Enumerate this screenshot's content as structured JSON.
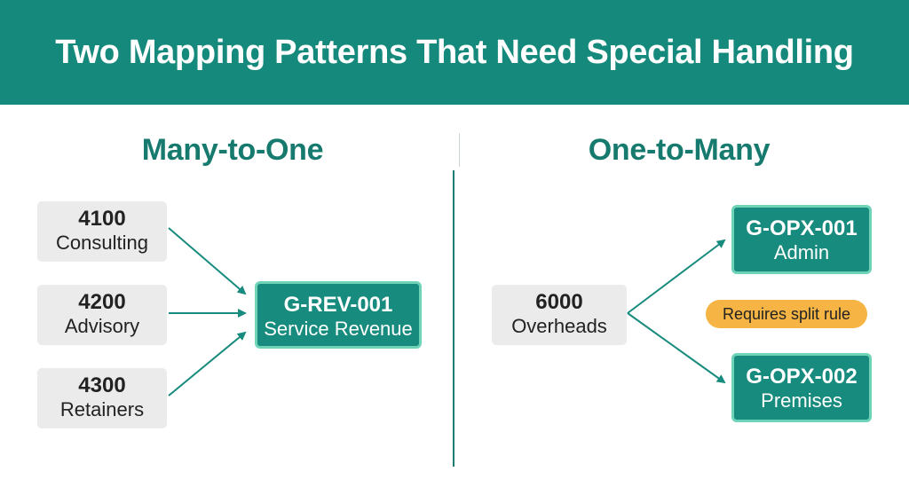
{
  "title": "Two Mapping Patterns That Need Special Handling",
  "many_to_one": {
    "heading": "Many-to-One",
    "sources": [
      {
        "code": "4100",
        "name": "Consulting"
      },
      {
        "code": "4200",
        "name": "Advisory"
      },
      {
        "code": "4300",
        "name": "Retainers"
      }
    ],
    "target": {
      "code": "G-REV-001",
      "name": "Service Revenue"
    }
  },
  "one_to_many": {
    "heading": "One-to-Many",
    "source": {
      "code": "6000",
      "name": "Overheads"
    },
    "targets": [
      {
        "code": "G-OPX-001",
        "name": "Admin"
      },
      {
        "code": "G-OPX-002",
        "name": "Premises"
      }
    ],
    "note": "Requires split rule"
  },
  "colors": {
    "banner": "#158a7c",
    "accent": "#167a6e",
    "target_box": "#178b7d",
    "target_border": "#6fd3b8",
    "source_box": "#ebebeb",
    "note_badge": "#f5b443"
  }
}
